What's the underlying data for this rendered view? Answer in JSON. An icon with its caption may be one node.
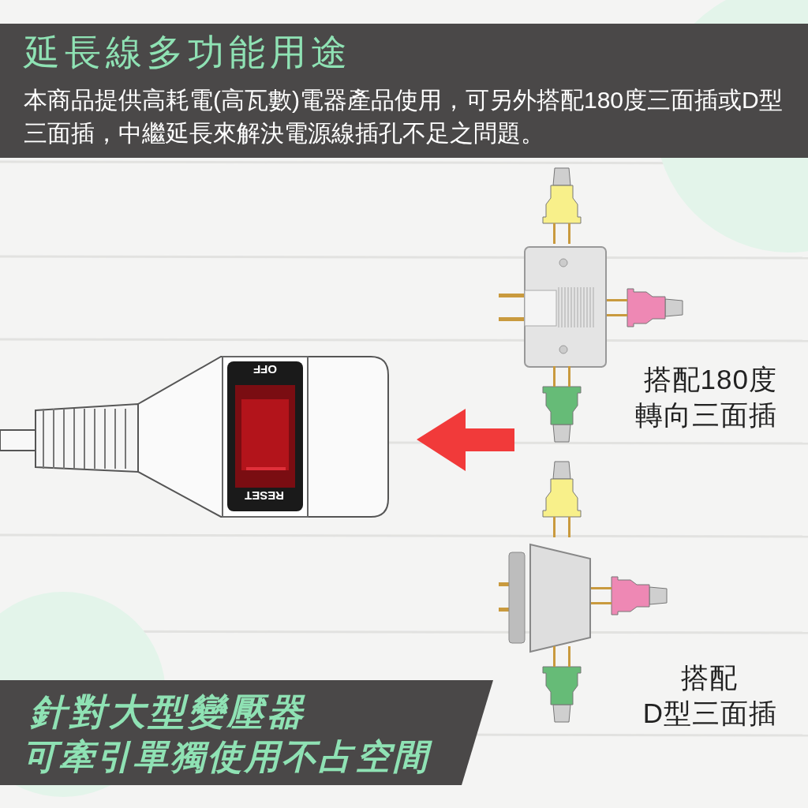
{
  "diagram": {
    "title": "延長線多功能用途",
    "labels": [
      "本商品提供高耗電(高瓦數)電器產品使用，可另外搭配180度三面插或D型三面插，中繼延長來解決電源線插孔不足之問題。",
      "OFF",
      "RESET",
      "搭配180度",
      "轉向三面插",
      "搭配",
      "D型三面插",
      "針對大型變壓器",
      "可牽引單獨使用不占空間"
    ]
  }
}
